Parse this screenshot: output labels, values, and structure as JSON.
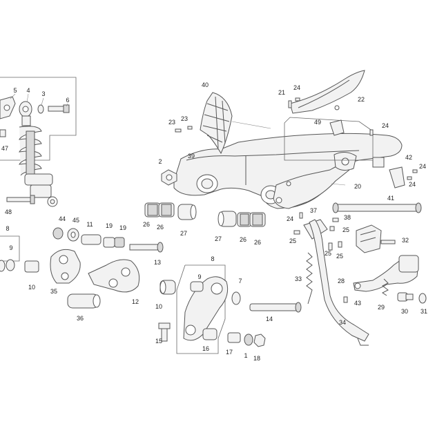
{
  "callouts": [
    {
      "id": "c1",
      "text": "1"
    },
    {
      "id": "c2",
      "text": "2"
    },
    {
      "id": "c3",
      "text": "3"
    },
    {
      "id": "c4",
      "text": "4"
    },
    {
      "id": "c5",
      "text": "5"
    },
    {
      "id": "c6",
      "text": "6"
    },
    {
      "id": "c7",
      "text": "7"
    },
    {
      "id": "c8a",
      "text": "8"
    },
    {
      "id": "c8b",
      "text": "8"
    },
    {
      "id": "c9a",
      "text": "9"
    },
    {
      "id": "c9b",
      "text": "9"
    },
    {
      "id": "c10a",
      "text": "10"
    },
    {
      "id": "c10b",
      "text": "10"
    },
    {
      "id": "c11",
      "text": "11"
    },
    {
      "id": "c12",
      "text": "12"
    },
    {
      "id": "c13",
      "text": "13"
    },
    {
      "id": "c14",
      "text": "14"
    },
    {
      "id": "c15",
      "text": "15"
    },
    {
      "id": "c16",
      "text": "16"
    },
    {
      "id": "c17",
      "text": "17"
    },
    {
      "id": "c18",
      "text": "18"
    },
    {
      "id": "c19a",
      "text": "19"
    },
    {
      "id": "c19b",
      "text": "19"
    },
    {
      "id": "c20",
      "text": "20"
    },
    {
      "id": "c21",
      "text": "21"
    },
    {
      "id": "c22",
      "text": "22"
    },
    {
      "id": "c23a",
      "text": "23"
    },
    {
      "id": "c23b",
      "text": "23"
    },
    {
      "id": "c24a",
      "text": "24"
    },
    {
      "id": "c24b",
      "text": "24"
    },
    {
      "id": "c24c",
      "text": "24"
    },
    {
      "id": "c24d",
      "text": "24"
    },
    {
      "id": "c24e",
      "text": "24"
    },
    {
      "id": "c25a",
      "text": "25"
    },
    {
      "id": "c25b",
      "text": "25"
    },
    {
      "id": "c25c",
      "text": "25"
    },
    {
      "id": "c25d",
      "text": "25"
    },
    {
      "id": "c26a",
      "text": "26"
    },
    {
      "id": "c26b",
      "text": "26"
    },
    {
      "id": "c26c",
      "text": "26"
    },
    {
      "id": "c26d",
      "text": "26"
    },
    {
      "id": "c27a",
      "text": "27"
    },
    {
      "id": "c27b",
      "text": "27"
    },
    {
      "id": "c28",
      "text": "28"
    },
    {
      "id": "c29",
      "text": "29"
    },
    {
      "id": "c30",
      "text": "30"
    },
    {
      "id": "c31",
      "text": "31"
    },
    {
      "id": "c32",
      "text": "32"
    },
    {
      "id": "c33",
      "text": "33"
    },
    {
      "id": "c34",
      "text": "34"
    },
    {
      "id": "c35",
      "text": "35"
    },
    {
      "id": "c36",
      "text": "36"
    },
    {
      "id": "c37",
      "text": "37"
    },
    {
      "id": "c38",
      "text": "38"
    },
    {
      "id": "c39",
      "text": "39"
    },
    {
      "id": "c40",
      "text": "40"
    },
    {
      "id": "c41",
      "text": "41"
    },
    {
      "id": "c42",
      "text": "42"
    },
    {
      "id": "c43",
      "text": "43"
    },
    {
      "id": "c44",
      "text": "44"
    },
    {
      "id": "c45",
      "text": "45"
    },
    {
      "id": "c47",
      "text": "47"
    },
    {
      "id": "c48",
      "text": "48"
    },
    {
      "id": "c49",
      "text": "49"
    }
  ]
}
